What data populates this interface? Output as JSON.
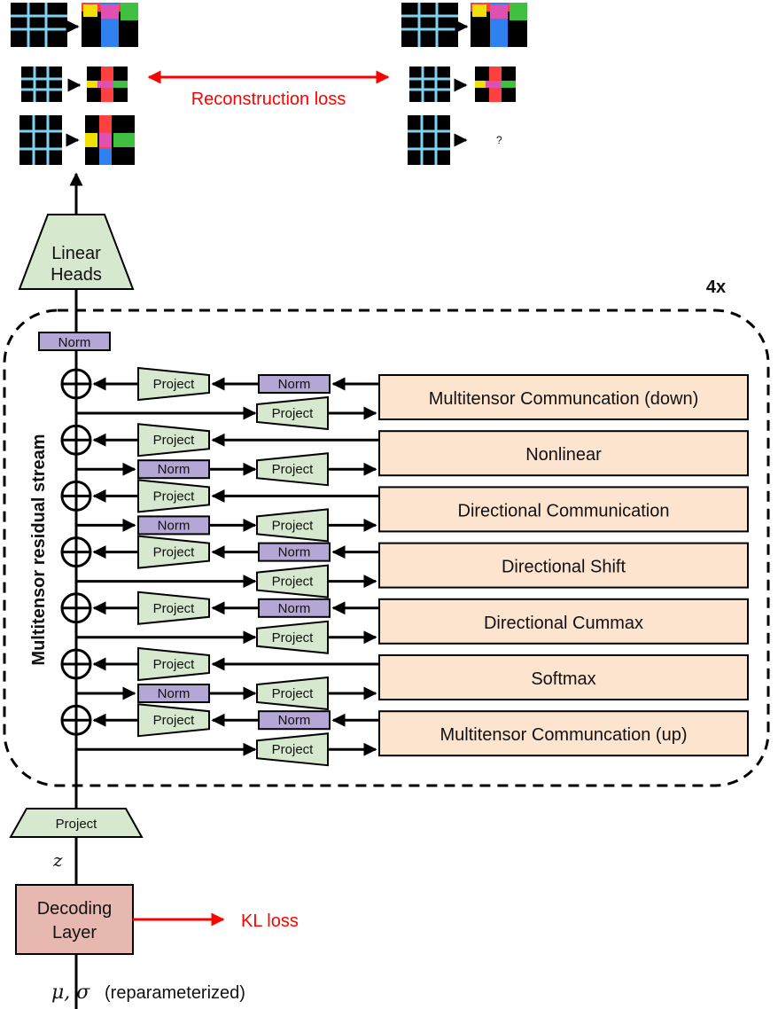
{
  "linear_heads_label": [
    "Linear",
    "Heads"
  ],
  "repeat_label": "4x",
  "residual_stream_label": "Multitensor residual stream",
  "reconstruction_loss_label": "Reconstruction loss",
  "kl_loss_label": "KL loss",
  "norm_label": "Norm",
  "project_label": "Project",
  "z_label": "z",
  "decoding_layer_label": [
    "Decoding",
    "Layer"
  ],
  "mu_sigma_label": "μ, σ",
  "reparam_label": "(reparameterized)",
  "unknown_output_label": "?",
  "colors": {
    "block_fill": "#fce4cf",
    "project_fill": "#d6e9cf",
    "norm_fill": "#b4a7d6",
    "decoding_fill": "#e6b8af",
    "loss_color": "#ff0000",
    "grid_line": "#7fd3f0",
    "grid_cell": "#000000"
  },
  "blocks": [
    {
      "label": "Multitensor Communcation (down)",
      "pattern": "A"
    },
    {
      "label": "Nonlinear",
      "pattern": "B"
    },
    {
      "label": "Directional Communication",
      "pattern": "B"
    },
    {
      "label": "Directional Shift",
      "pattern": "A"
    },
    {
      "label": "Directional Cummax",
      "pattern": "A"
    },
    {
      "label": "Softmax",
      "pattern": "B"
    },
    {
      "label": "Multitensor Communcation (up)",
      "pattern": "A"
    }
  ]
}
